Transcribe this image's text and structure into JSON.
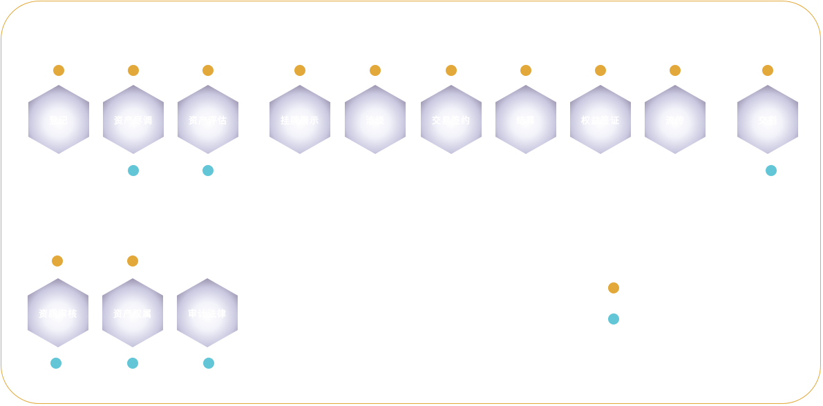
{
  "colors": {
    "border": "#e2a93a",
    "orange_dot": "#e2a93a",
    "blue_dot": "#63c6d6"
  },
  "row1": [
    {
      "label": "登记",
      "top": true,
      "bottom": false
    },
    {
      "label": "资产尽调",
      "top": true,
      "bottom": true
    },
    {
      "label": "资产评估",
      "top": true,
      "bottom": true
    },
    {
      "label": "挂牌展示",
      "top": true,
      "bottom": false
    },
    {
      "label": "洽谈",
      "top": true,
      "bottom": false
    },
    {
      "label": "交易签约",
      "top": true,
      "bottom": false
    },
    {
      "label": "结算",
      "top": true,
      "bottom": false
    },
    {
      "label": "权益签证",
      "top": true,
      "bottom": false
    },
    {
      "label": "流传",
      "top": true,
      "bottom": false
    },
    {
      "label": "交割",
      "top": true,
      "bottom": true
    }
  ],
  "row2": [
    {
      "label": "资质审核",
      "top": true,
      "bottom": true
    },
    {
      "label": "资产权属",
      "top": true,
      "bottom": true
    },
    {
      "label": "审计法律",
      "top": false,
      "bottom": true
    }
  ]
}
